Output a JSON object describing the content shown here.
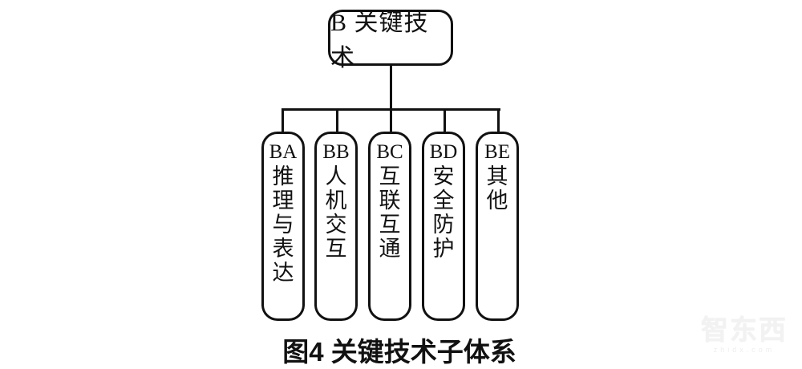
{
  "diagram": {
    "root": {
      "label": "B 关键技术"
    },
    "nodes": [
      {
        "code": "BA",
        "label": "推理与表达"
      },
      {
        "code": "BB",
        "label": "人机交互"
      },
      {
        "code": "BC",
        "label": "互联互通"
      },
      {
        "code": "BD",
        "label": "安全防护"
      },
      {
        "code": "BE",
        "label": "其他"
      }
    ],
    "caption": "图4 关键技术子体系"
  },
  "watermark": {
    "brand": "智东西",
    "domain": "zhidx.com"
  },
  "colors": {
    "line": "#111111",
    "text": "#111111",
    "background": "#ffffff",
    "watermark": "#f2f2f2"
  }
}
